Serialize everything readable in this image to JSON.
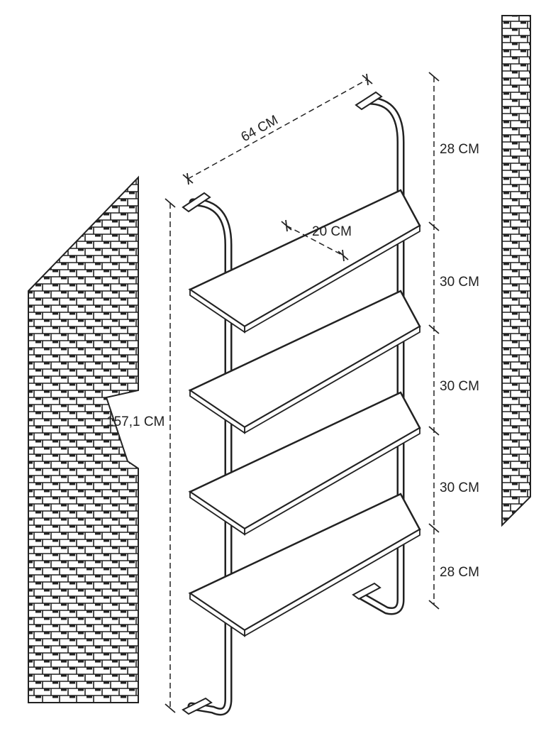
{
  "dimensions": {
    "width": "64 CM",
    "depth": "20 CM",
    "height": "157,1 CM",
    "top_gap": "28 CM",
    "gap_1": "30 CM",
    "gap_2": "30 CM",
    "gap_3": "30 CM",
    "bottom_gap": "28 CM"
  },
  "colors": {
    "line": "#222222",
    "background": "#ffffff",
    "shelf_fill": "#ffffff"
  }
}
